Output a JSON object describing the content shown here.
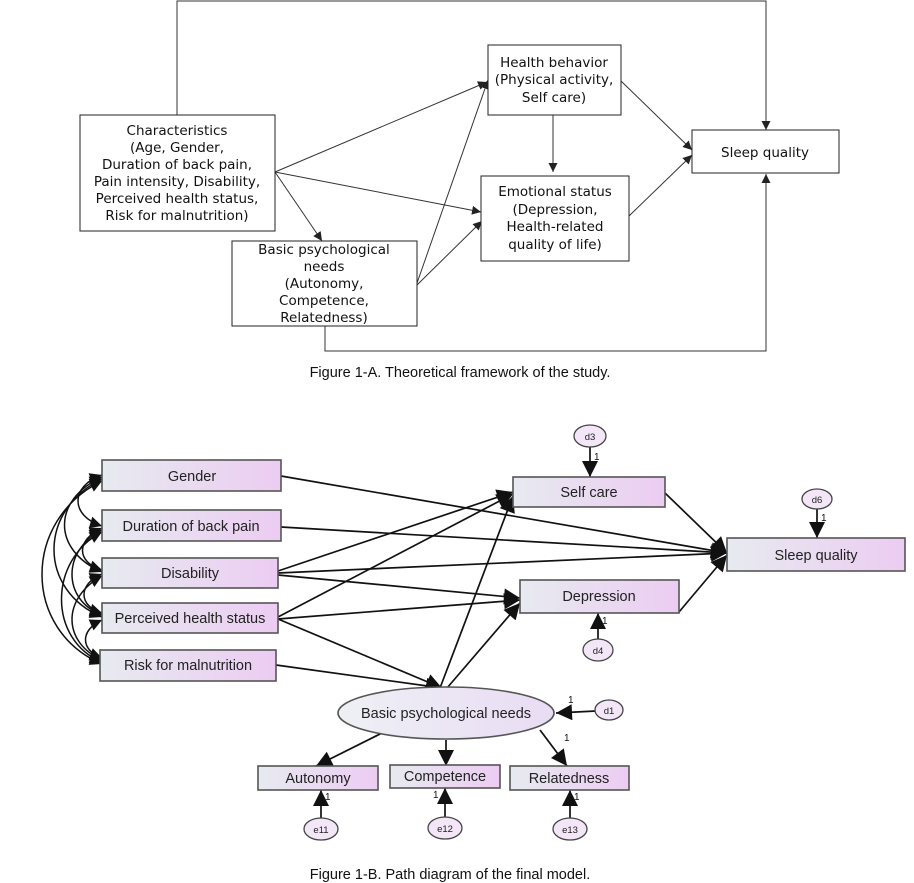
{
  "figure_a": {
    "caption": "Figure 1-A. Theoretical framework of the study.",
    "characteristics": [
      "Characteristics",
      "(Age, Gender,",
      "Duration of back pain,",
      "Pain intensity, Disability,",
      "Perceived health status,",
      "Risk for malnutrition)"
    ],
    "basic_needs": [
      "Basic psychological",
      "needs",
      "(Autonomy,",
      "Competence,",
      "Relatedness)"
    ],
    "health_behavior": [
      "Health behavior",
      "(Physical activity,",
      "Self care)"
    ],
    "emotional_status": [
      "Emotional status",
      "(Depression,",
      "Health-related",
      "quality of life)"
    ],
    "sleep_quality": "Sleep quality"
  },
  "figure_b": {
    "caption": "Figure 1-B. Path diagram of the final model.",
    "exogenous": {
      "gender": "Gender",
      "duration": "Duration of back pain",
      "disability": "Disability",
      "perceived_health": "Perceived health status",
      "malnutrition": "Risk for malnutrition"
    },
    "self_care": "Self care",
    "depression": "Depression",
    "sleep_quality": "Sleep quality",
    "latent": "Basic psychological needs",
    "autonomy": "Autonomy",
    "competence": "Competence",
    "relatedness": "Relatedness",
    "errors": {
      "d3": "d3",
      "d6": "d6",
      "d4": "d4",
      "d1": "d1",
      "e11": "e11",
      "e12": "e12",
      "e13": "e13"
    },
    "weight_label": "1"
  },
  "colors": {
    "box_gradient_start": "#e7eaf0",
    "box_gradient_end": "#ecccf2",
    "ellipse_fill": "#ece8f6",
    "error_fill": "#f3e6f7"
  }
}
